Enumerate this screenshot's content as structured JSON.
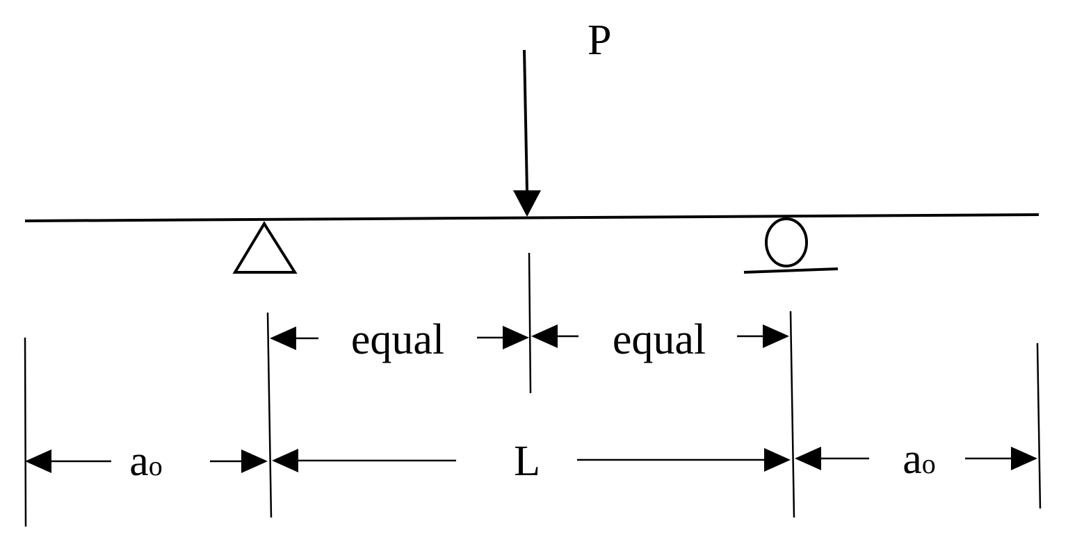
{
  "diagram": {
    "load_label": "P",
    "span_label": "L",
    "half_span_left_label": "equal",
    "half_span_right_label": "equal",
    "overhang_left_label": {
      "base": "a",
      "sub": "o"
    },
    "overhang_right_label": {
      "base": "a",
      "sub": "o"
    },
    "left_support": "pin-support-triangle",
    "right_support": "roller-support-circle",
    "colors": {
      "ink": "#000000",
      "background": "#ffffff"
    }
  }
}
